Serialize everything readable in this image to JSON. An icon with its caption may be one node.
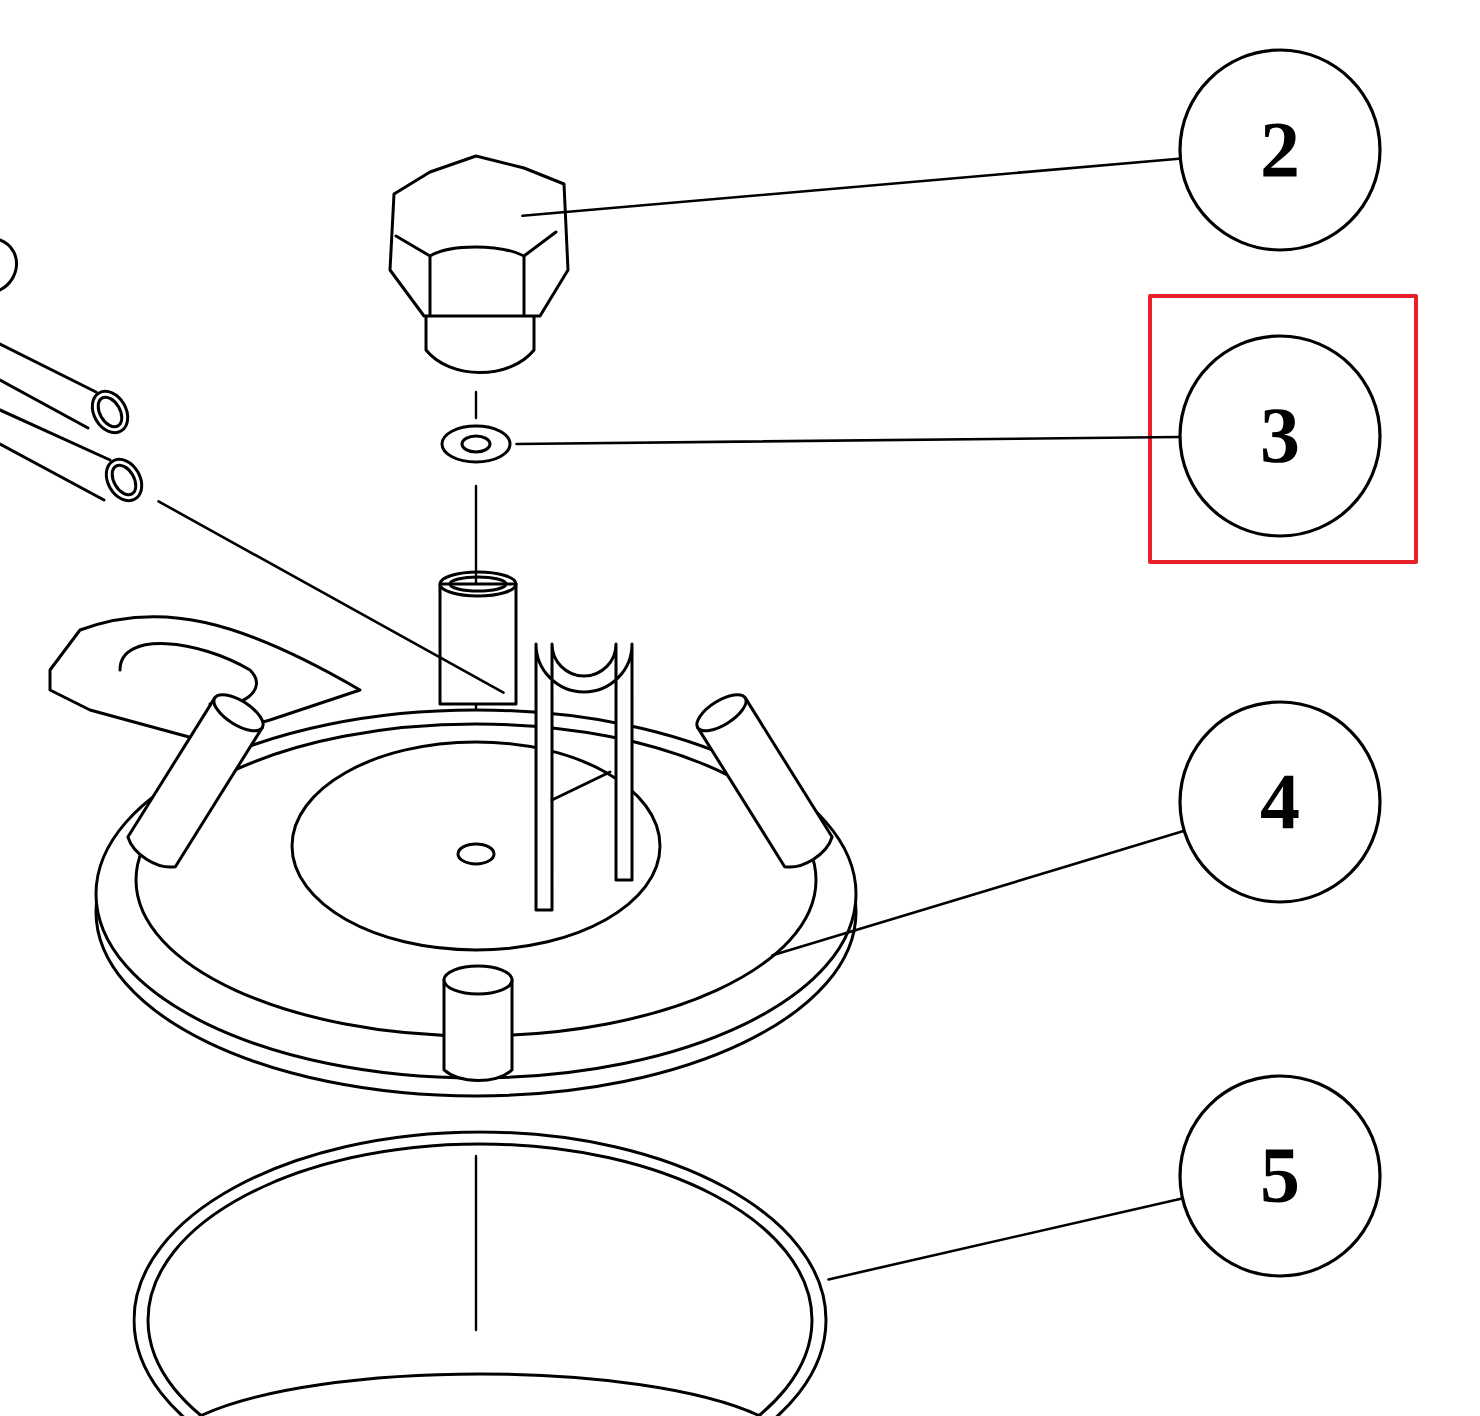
{
  "diagram": {
    "nodes": [
      {
        "text": [
          "2"
        ]
      },
      {
        "text": [
          "3"
        ]
      },
      {
        "text": [
          "4"
        ]
      },
      {
        "text": [
          "5"
        ]
      },
      {
        "text": [],
        "shape": "picture"
      },
      {
        "text": [],
        "shape": "picture"
      },
      {
        "text": [],
        "shape": "picture"
      },
      {
        "text": [],
        "shape": "picture"
      },
      {
        "text": [],
        "shape": "picture"
      },
      {
        "text": [],
        "shape": "cylinder"
      }
    ],
    "edges": [
      {
        "from": 0,
        "to": 4,
        "arrow": "none"
      },
      {
        "from": 1,
        "to": 5,
        "arrow": "none"
      },
      {
        "from": 2,
        "to": 6,
        "arrow": "none"
      },
      {
        "from": 3,
        "to": 7,
        "arrow": "none"
      },
      {
        "from": 8,
        "to": 9,
        "arrow": "none"
      }
    ]
  }
}
